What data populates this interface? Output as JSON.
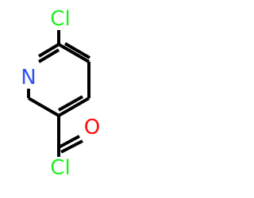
{
  "atoms": {
    "n1": {
      "symbol": "N",
      "color": "#3050F8"
    },
    "cl_ring": {
      "symbol": "Cl",
      "color": "#1FF01F"
    },
    "o_carbonyl": {
      "symbol": "O",
      "color": "#FF0D0D"
    },
    "cl_acyl": {
      "symbol": "Cl",
      "color": "#1FF01F"
    }
  },
  "colors": {
    "bond": "#000000",
    "background": "#FFFFFF"
  }
}
